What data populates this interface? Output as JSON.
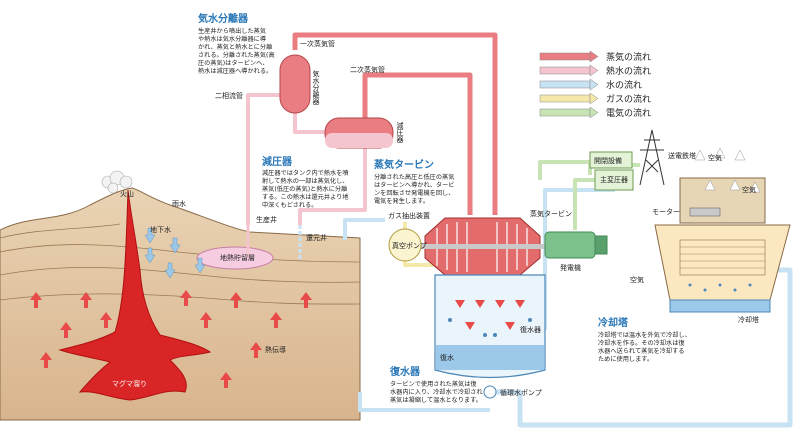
{
  "sections": {
    "separator": {
      "title": "気水分離器",
      "lines": [
        "生産井から噴出した蒸気",
        "や熱水は気水分離器に導",
        "かれ、蒸気と熱水とに分離",
        "される。分離された蒸気(高",
        "圧の蒸気)はタービンへ、",
        "熱水は減圧器へ導かれる。"
      ]
    },
    "flasher": {
      "title": "減圧器",
      "lines": [
        "減圧器ではタンク内で熱水を噴",
        "射して熱水の一部は蒸気化し、",
        "蒸気(低圧の蒸気)と熱水に分離",
        "する。この熱水は還元井より地",
        "中深くもどされる。"
      ]
    },
    "turbine": {
      "title": "蒸気タービン",
      "lines": [
        "分離された高圧と低圧の蒸気",
        "はタービンへ導かれ、タービ",
        "ンを回転させ発電機を回し、",
        "電気を発生します。"
      ]
    },
    "condenser": {
      "title": "復水器",
      "lines": [
        "タービンで使用された蒸気は復",
        "水器内に入り、冷却水で冷却され",
        "蒸気は凝縮して温水となります。"
      ]
    },
    "cooling": {
      "title": "冷却塔",
      "lines": [
        "冷却塔では温水を外気で冷却し、",
        "冷却水を作る。その冷却水は復",
        "水器へ送られて蒸気を冷却する",
        "ために使用します。"
      ]
    }
  },
  "legend": [
    {
      "label": "蒸気の流れ",
      "color": "#ea7d82"
    },
    {
      "label": "熱水の流れ",
      "color": "#f4c4cf"
    },
    {
      "label": "水の流れ",
      "color": "#c7e2f3"
    },
    {
      "label": "ガスの流れ",
      "color": "#f5e9a9"
    },
    {
      "label": "電気の流れ",
      "color": "#c9e4b4"
    }
  ],
  "labels": {
    "primary_steam": "一次蒸気管",
    "secondary_steam": "二次蒸気管",
    "two_phase": "二相流管",
    "separator_v": "気水分離器",
    "flasher_v": "減圧器",
    "volcano": "火山",
    "rain": "雨水",
    "groundwater": "地下水",
    "production_well": "生産井",
    "reinjection_well": "還元井",
    "reservoir": "地熱貯留層",
    "heat_conduction": "熱伝導",
    "magma": "マグマ溜り",
    "gas_extractor": "ガス抽出装置",
    "vacuum_pump": "真空ポンプ",
    "steam_turbine": "蒸気タービン",
    "generator": "発電機",
    "main_transformer": "主変圧器",
    "switchgear": "開閉設備",
    "transmission_tower": "送電鉄塔",
    "motor": "モーター",
    "air1": "空気",
    "air2": "空気",
    "air3": "空気",
    "cooling_tower": "冷却塔",
    "condenser_lbl": "復水器",
    "hot_water": "復水",
    "circ_pump": "循環水ポンプ"
  },
  "colors": {
    "steam": "#ea7d82",
    "hotwater": "#f4c4cf",
    "water": "#c7e2f3",
    "gas": "#f5e9a9",
    "elec": "#c9e4b4",
    "heading": "#2a77b7"
  }
}
